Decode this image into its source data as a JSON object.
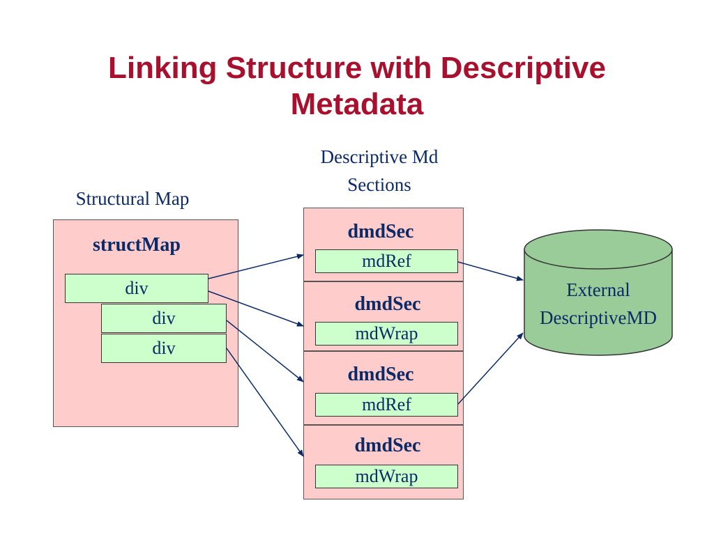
{
  "slide": {
    "title_line1": "Linking Structure with Descriptive",
    "title_line2": "Metadata"
  },
  "captions": {
    "structural_map": "Structural Map",
    "descriptive_line1": "Descriptive Md",
    "descriptive_line2": "Sections"
  },
  "struct_map": {
    "label": "structMap",
    "divs": [
      "div",
      "div",
      "div"
    ]
  },
  "dmd_sections": [
    {
      "label": "dmdSec",
      "child": "mdRef"
    },
    {
      "label": "dmdSec",
      "child": "mdWrap"
    },
    {
      "label": "dmdSec",
      "child": "mdRef"
    },
    {
      "label": "dmdSec",
      "child": "mdWrap"
    }
  ],
  "external": {
    "line1": "External",
    "line2": "DescriptiveMD"
  },
  "colors": {
    "title": "#a8102e",
    "text": "#0b2a66",
    "box_fill": "#ffcccc",
    "child_fill": "#ccffcc",
    "cylinder_fill": "#99cc99"
  }
}
